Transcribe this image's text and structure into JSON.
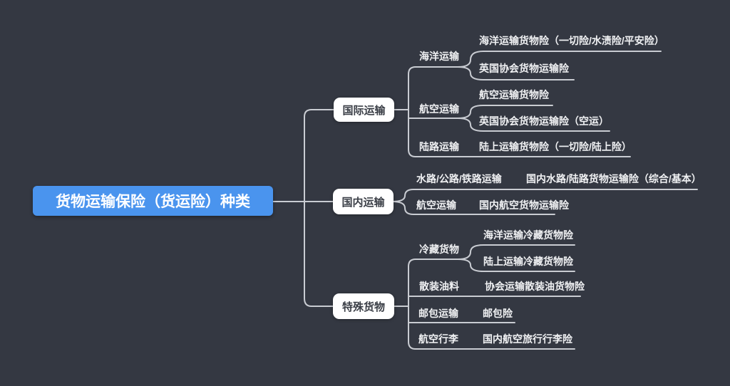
{
  "app": {
    "background_color": "#343842",
    "line_color": "#c9ccd2",
    "accent_color": "#4a94ee"
  },
  "root": {
    "label": "货物运输保险（货运险）种类"
  },
  "branches": [
    {
      "label": "国际运输",
      "children": [
        {
          "label": "海洋运输",
          "children": [
            {
              "label": "海洋运输货物险（一切险/水渍险/平安险）"
            },
            {
              "label": "英国协会货物运输险"
            }
          ]
        },
        {
          "label": "航空运输",
          "children": [
            {
              "label": "航空运输货物险"
            },
            {
              "label": "英国协会货物运输险（空运）"
            }
          ]
        },
        {
          "label": "陆路运输",
          "children": [
            {
              "label": "陆上运输货物险（一切险/陆上险）"
            }
          ]
        }
      ]
    },
    {
      "label": "国内运输",
      "children": [
        {
          "label": "水路/公路/铁路运输",
          "children": [
            {
              "label": "国内水路/陆路货物运输险（综合/基本）"
            }
          ]
        },
        {
          "label": "航空运输",
          "children": [
            {
              "label": "国内航空货物运输险"
            }
          ]
        }
      ]
    },
    {
      "label": "特殊货物",
      "children": [
        {
          "label": "冷藏货物",
          "children": [
            {
              "label": "海洋运输冷藏货物险"
            },
            {
              "label": "陆上运输冷藏货物险"
            }
          ]
        },
        {
          "label": "散装油料",
          "children": [
            {
              "label": "协会运输散装油货物险"
            }
          ]
        },
        {
          "label": "邮包运输",
          "children": [
            {
              "label": "邮包险"
            }
          ]
        },
        {
          "label": "航空行李",
          "children": [
            {
              "label": "国内航空旅行行李险"
            }
          ]
        }
      ]
    }
  ]
}
